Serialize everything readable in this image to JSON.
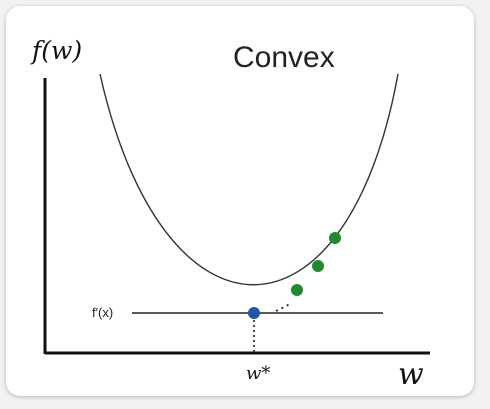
{
  "labels": {
    "y_axis": "f(w)",
    "x_axis": "w",
    "title": "Convex",
    "tangent": "f′(x)",
    "minimum": "w*"
  },
  "colors": {
    "curve": "#333333",
    "axis": "#111111",
    "minimum_point": "#1f56a6",
    "descent_points": "#1f8a2e",
    "frame_background": "#ffffff",
    "page_background": "#f2f2f2"
  }
}
